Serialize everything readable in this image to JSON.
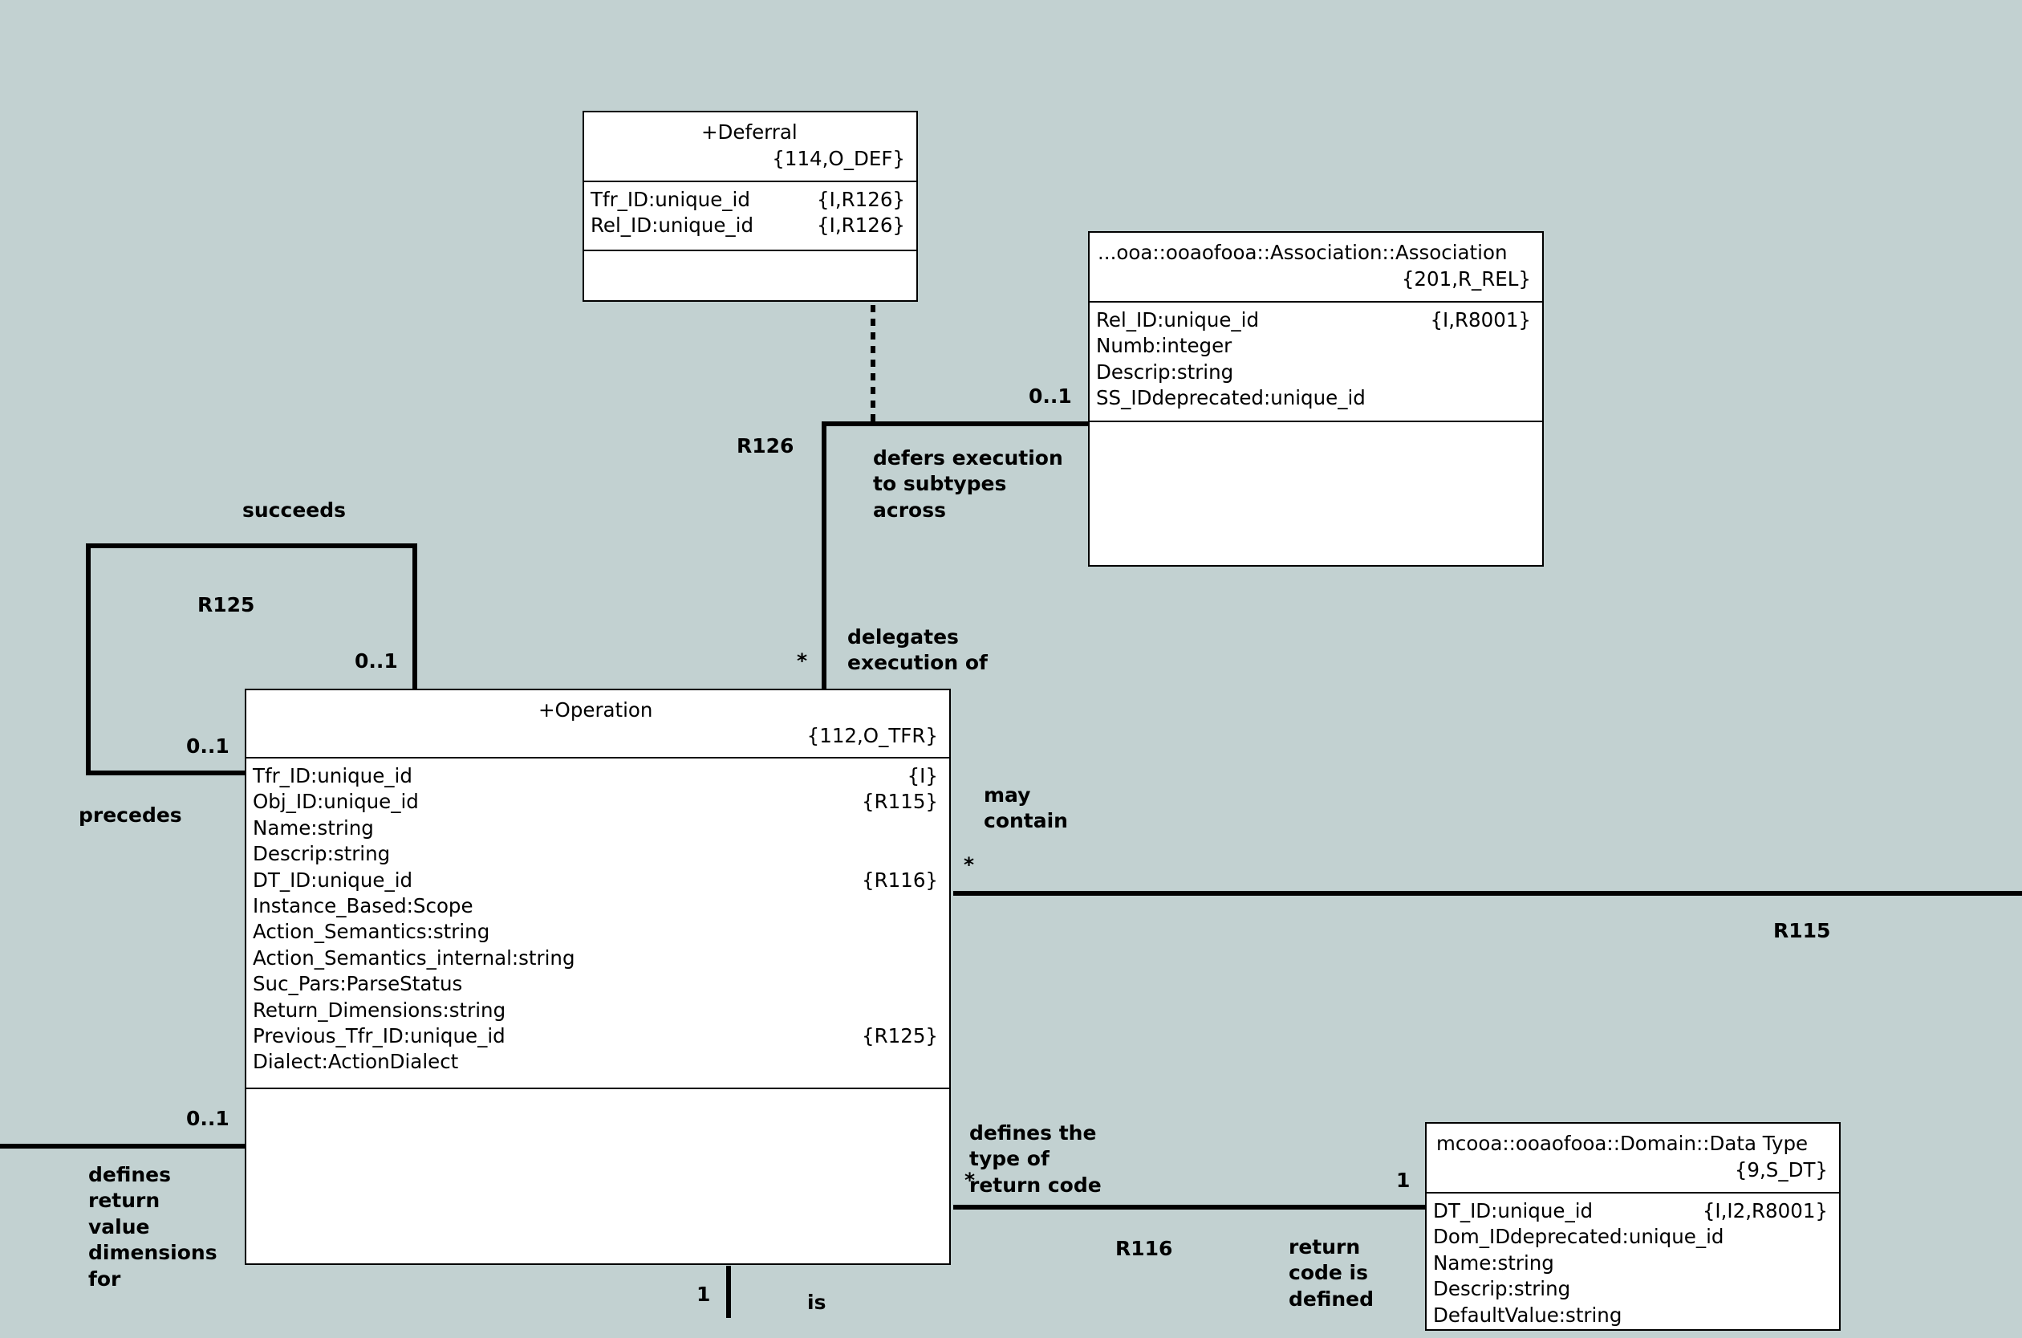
{
  "diagram": {
    "classes": {
      "deferral": {
        "name": "+Deferral",
        "key": "{114,O_DEF}",
        "attributes": [
          {
            "name": "Tfr_ID:unique_id",
            "ref": "{I,R126}"
          },
          {
            "name": "Rel_ID:unique_id",
            "ref": "{I,R126}"
          }
        ]
      },
      "association": {
        "name": "...ooa::ooaofooa::Association::Association",
        "key": "{201,R_REL}",
        "attributes": [
          {
            "name": "Rel_ID:unique_id",
            "ref": "{I,R8001}"
          },
          {
            "name": "Numb:integer",
            "ref": ""
          },
          {
            "name": "Descrip:string",
            "ref": ""
          },
          {
            "name": "SS_IDdeprecated:unique_id",
            "ref": ""
          }
        ]
      },
      "operation": {
        "name": "+Operation",
        "key": "{112,O_TFR}",
        "attributes": [
          {
            "name": "Tfr_ID:unique_id",
            "ref": "{I}"
          },
          {
            "name": "Obj_ID:unique_id",
            "ref": "{R115}"
          },
          {
            "name": "Name:string",
            "ref": ""
          },
          {
            "name": "Descrip:string",
            "ref": ""
          },
          {
            "name": "DT_ID:unique_id",
            "ref": "{R116}"
          },
          {
            "name": "Instance_Based:Scope",
            "ref": ""
          },
          {
            "name": "Action_Semantics:string",
            "ref": ""
          },
          {
            "name": "Action_Semantics_internal:string",
            "ref": ""
          },
          {
            "name": "Suc_Pars:ParseStatus",
            "ref": ""
          },
          {
            "name": "Return_Dimensions:string",
            "ref": ""
          },
          {
            "name": "Previous_Tfr_ID:unique_id",
            "ref": "{R125}"
          },
          {
            "name": "Dialect:ActionDialect",
            "ref": ""
          }
        ]
      },
      "datatype": {
        "name": "mcooa::ooaofooa::Domain::Data Type",
        "key": "{9,S_DT}",
        "attributes": [
          {
            "name": "DT_ID:unique_id",
            "ref": "{I,I2,R8001}"
          },
          {
            "name": "Dom_IDdeprecated:unique_id",
            "ref": ""
          },
          {
            "name": "Name:string",
            "ref": ""
          },
          {
            "name": "Descrip:string",
            "ref": ""
          },
          {
            "name": "DefaultValue:string",
            "ref": ""
          }
        ]
      }
    },
    "labels": {
      "r126": "R126",
      "r126_mult_assoc": "0..1",
      "r126_phrase_assoc": "defers execution\nto subtypes\nacross",
      "r126_mult_op": "*",
      "r126_phrase_op": "delegates\nexecution of",
      "r125": "R125",
      "r125_succeeds": "succeeds",
      "r125_mult_top": "0..1",
      "r125_mult_left": "0..1",
      "r125_precedes": "precedes",
      "r115": "R115",
      "r115_phrase": "may\ncontain",
      "r115_mult": "*",
      "r116": "R116",
      "r116_phrase_op": "defines the\ntype of\nreturn code",
      "r116_mult_op": "*",
      "r116_mult_dt": "1",
      "r116_phrase_dt": "return\ncode is\ndefined",
      "left_mult": "0..1",
      "left_phrase": "defines\nreturn\nvalue\ndimensions\nfor",
      "bottom_mult": "1",
      "bottom_phrase": "is"
    }
  }
}
